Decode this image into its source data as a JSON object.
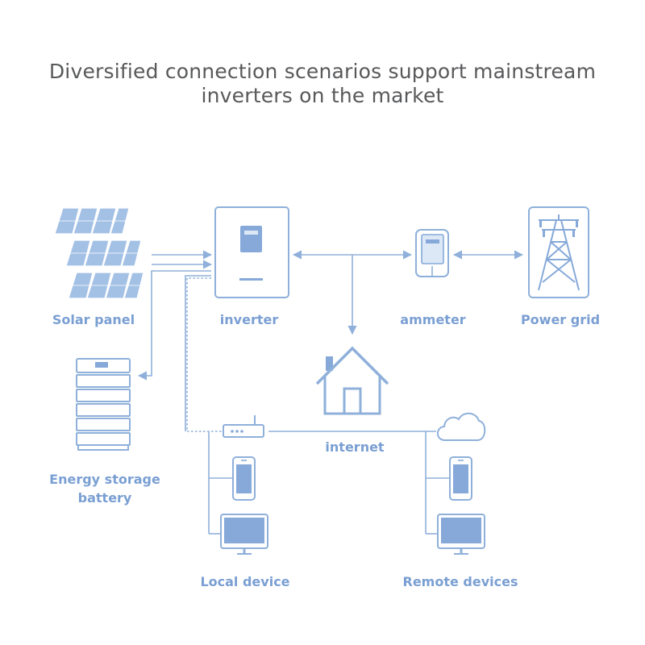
{
  "title": {
    "line1": "Diversified connection scenarios support mainstream",
    "line2": "inverters on the market"
  },
  "labels": {
    "solar_panel": "Solar panel",
    "inverter": "inverter",
    "ammeter": "ammeter",
    "power_grid": "Power grid",
    "energy_storage_line1": "Energy storage",
    "energy_storage_line2": "battery",
    "internet": "internet",
    "local_device": "Local device",
    "remote_devices": "Remote devices"
  },
  "colors": {
    "line": "#8fb0da",
    "fill_light": "#dce8f6",
    "fill_mid": "#a3c0e5",
    "fill_dark": "#86a9d9",
    "label": "#7a9fd3",
    "title": "#58595b"
  }
}
